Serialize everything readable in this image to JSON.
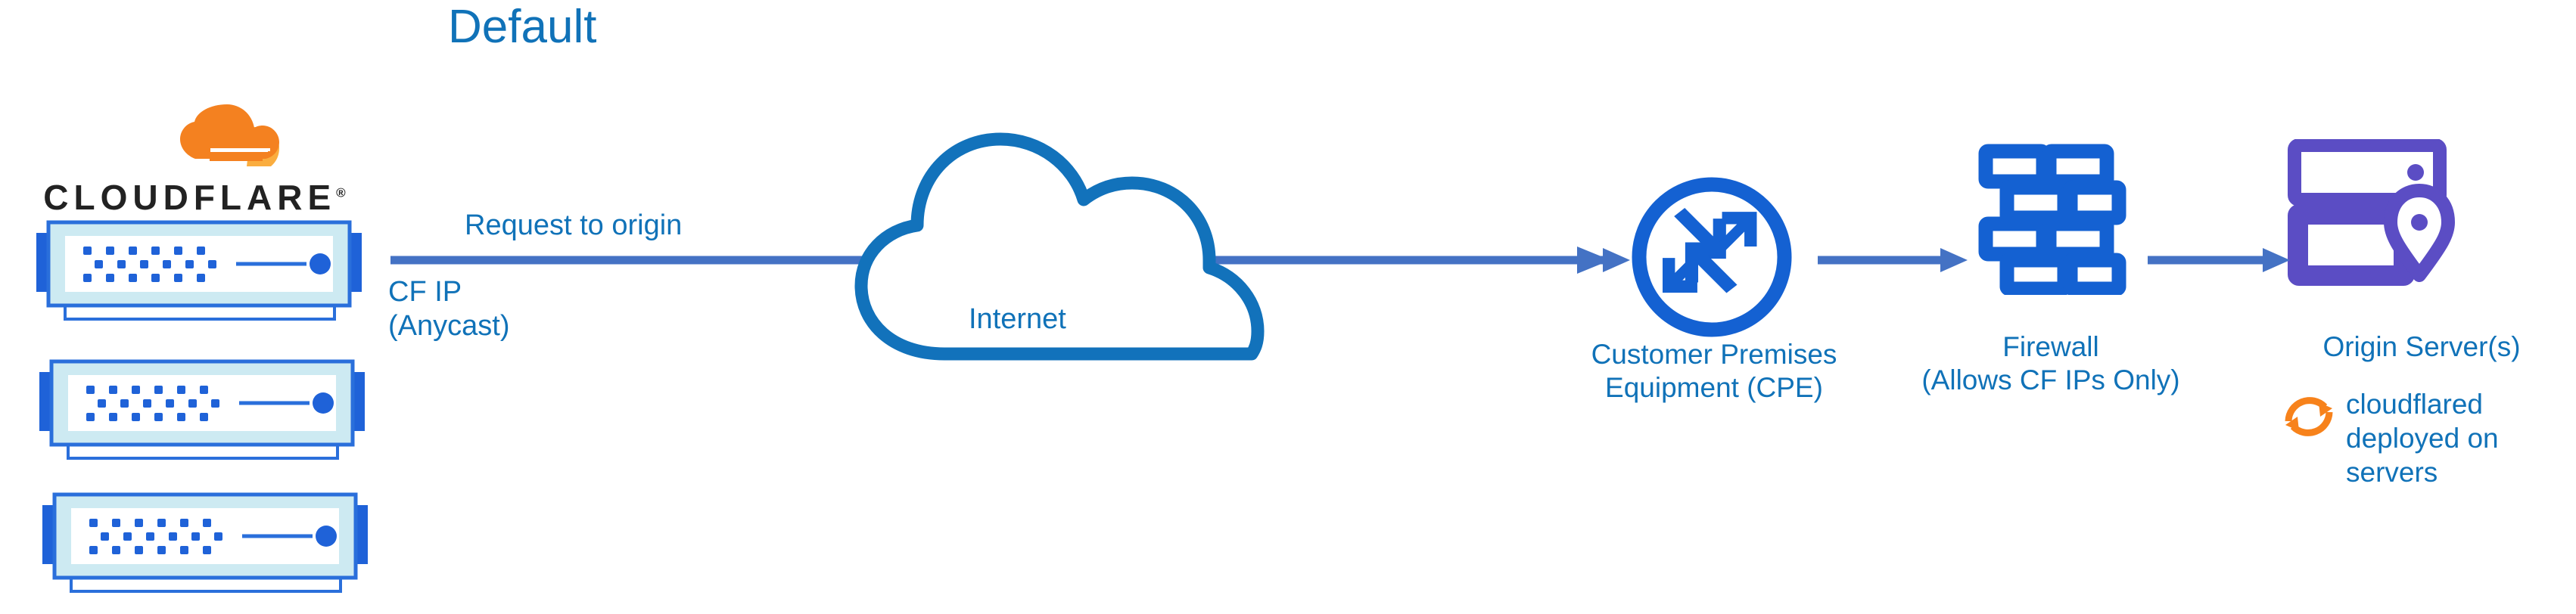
{
  "diagram": {
    "title": "Default",
    "type": "network-architecture-flow",
    "background": "#ffffff"
  },
  "colors": {
    "title_blue": "#1072b8",
    "label_blue": "#1072b8",
    "icon_blue": "#1461d2",
    "cloud_outline_blue": "#1272bb",
    "arrow_blue": "#4472c4",
    "server_border_blue": "#2a6fdb",
    "server_panel_cyan": "#cdeaf2",
    "origin_purple": "#5b4dc4",
    "cloudflare_orange": "#f48120",
    "cloudflare_orange_light": "#faad3f",
    "wordmark_black": "#222222"
  },
  "brand": {
    "logo_icon": "cloudflare-cloud-logo",
    "wordmark": "CLOUDFLARE",
    "registered_mark": "®"
  },
  "server_stack": {
    "icon": "rack-server-icon",
    "count": 3,
    "servers": [
      {
        "name": "cloudflare-edge-server-1"
      },
      {
        "name": "cloudflare-edge-server-2"
      },
      {
        "name": "cloudflare-edge-server-3"
      }
    ]
  },
  "flow": {
    "request_label": "Request to origin",
    "cf_ip_label_line1": "CF IP",
    "cf_ip_label_line2": "(Anycast)",
    "main_arrow": {
      "icon": "right-arrow-icon",
      "direction": "right"
    },
    "connectors": [
      {
        "icon": "right-arrow-icon",
        "from": "internet",
        "to": "cpe"
      },
      {
        "icon": "right-arrow-icon",
        "from": "cpe",
        "to": "firewall"
      },
      {
        "icon": "right-arrow-icon",
        "from": "firewall",
        "to": "origin"
      }
    ]
  },
  "nodes": [
    {
      "id": "internet",
      "icon": "cloud-icon",
      "label": "Internet"
    },
    {
      "id": "cpe",
      "icon": "router-icon",
      "label_line1": "Customer Premises",
      "label_line2": "Equipment (CPE)"
    },
    {
      "id": "firewall",
      "icon": "brick-wall-icon",
      "label_line1": "Firewall",
      "label_line2": "(Allows CF IPs Only)"
    },
    {
      "id": "origin",
      "icon": "server-location-pin-icon",
      "label": "Origin Server(s)",
      "annotation_icon": "sync-refresh-icon",
      "annotation_text": "cloudflared deployed on servers"
    }
  ]
}
